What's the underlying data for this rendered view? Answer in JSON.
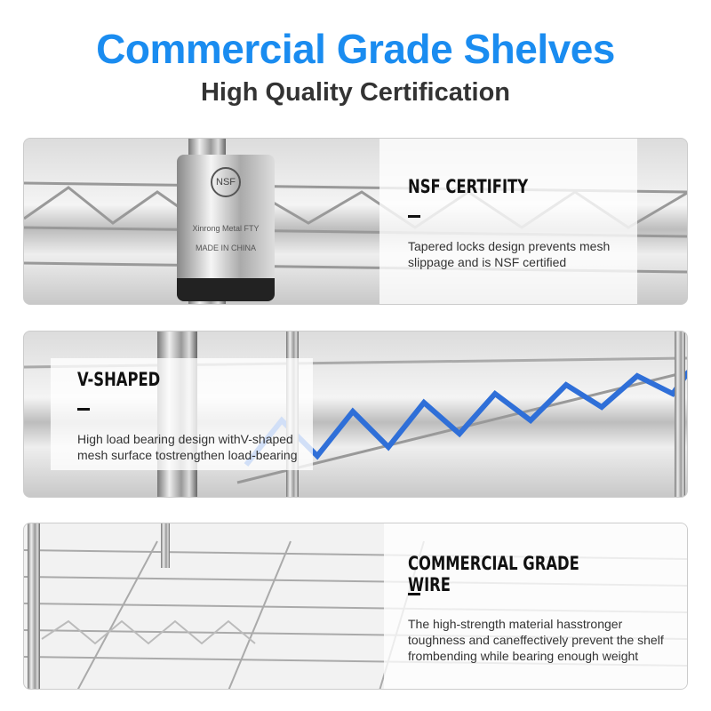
{
  "header": {
    "title": "Commercial Grade Shelves",
    "subtitle": "High Quality Certification"
  },
  "panels": [
    {
      "heading": "NSF CERTIFITY",
      "text": "Tapered locks design prevents mesh slippage and is NSF certified",
      "sleeve_mark": "NSF",
      "sleeve_lines": [
        "Xinrong Metal FTY",
        "MADE IN CHINA"
      ]
    },
    {
      "heading": "V-SHAPED",
      "text": "High load bearing design withV-shaped mesh surface tostrengthen load-bearing",
      "accent": "#2f6fd8"
    },
    {
      "heading": "COMMERCIAL GRADE WIRE",
      "text": "The high-strength material hasstronger toughness and caneffectively prevent the shelf frombending while bearing enough weight"
    }
  ]
}
